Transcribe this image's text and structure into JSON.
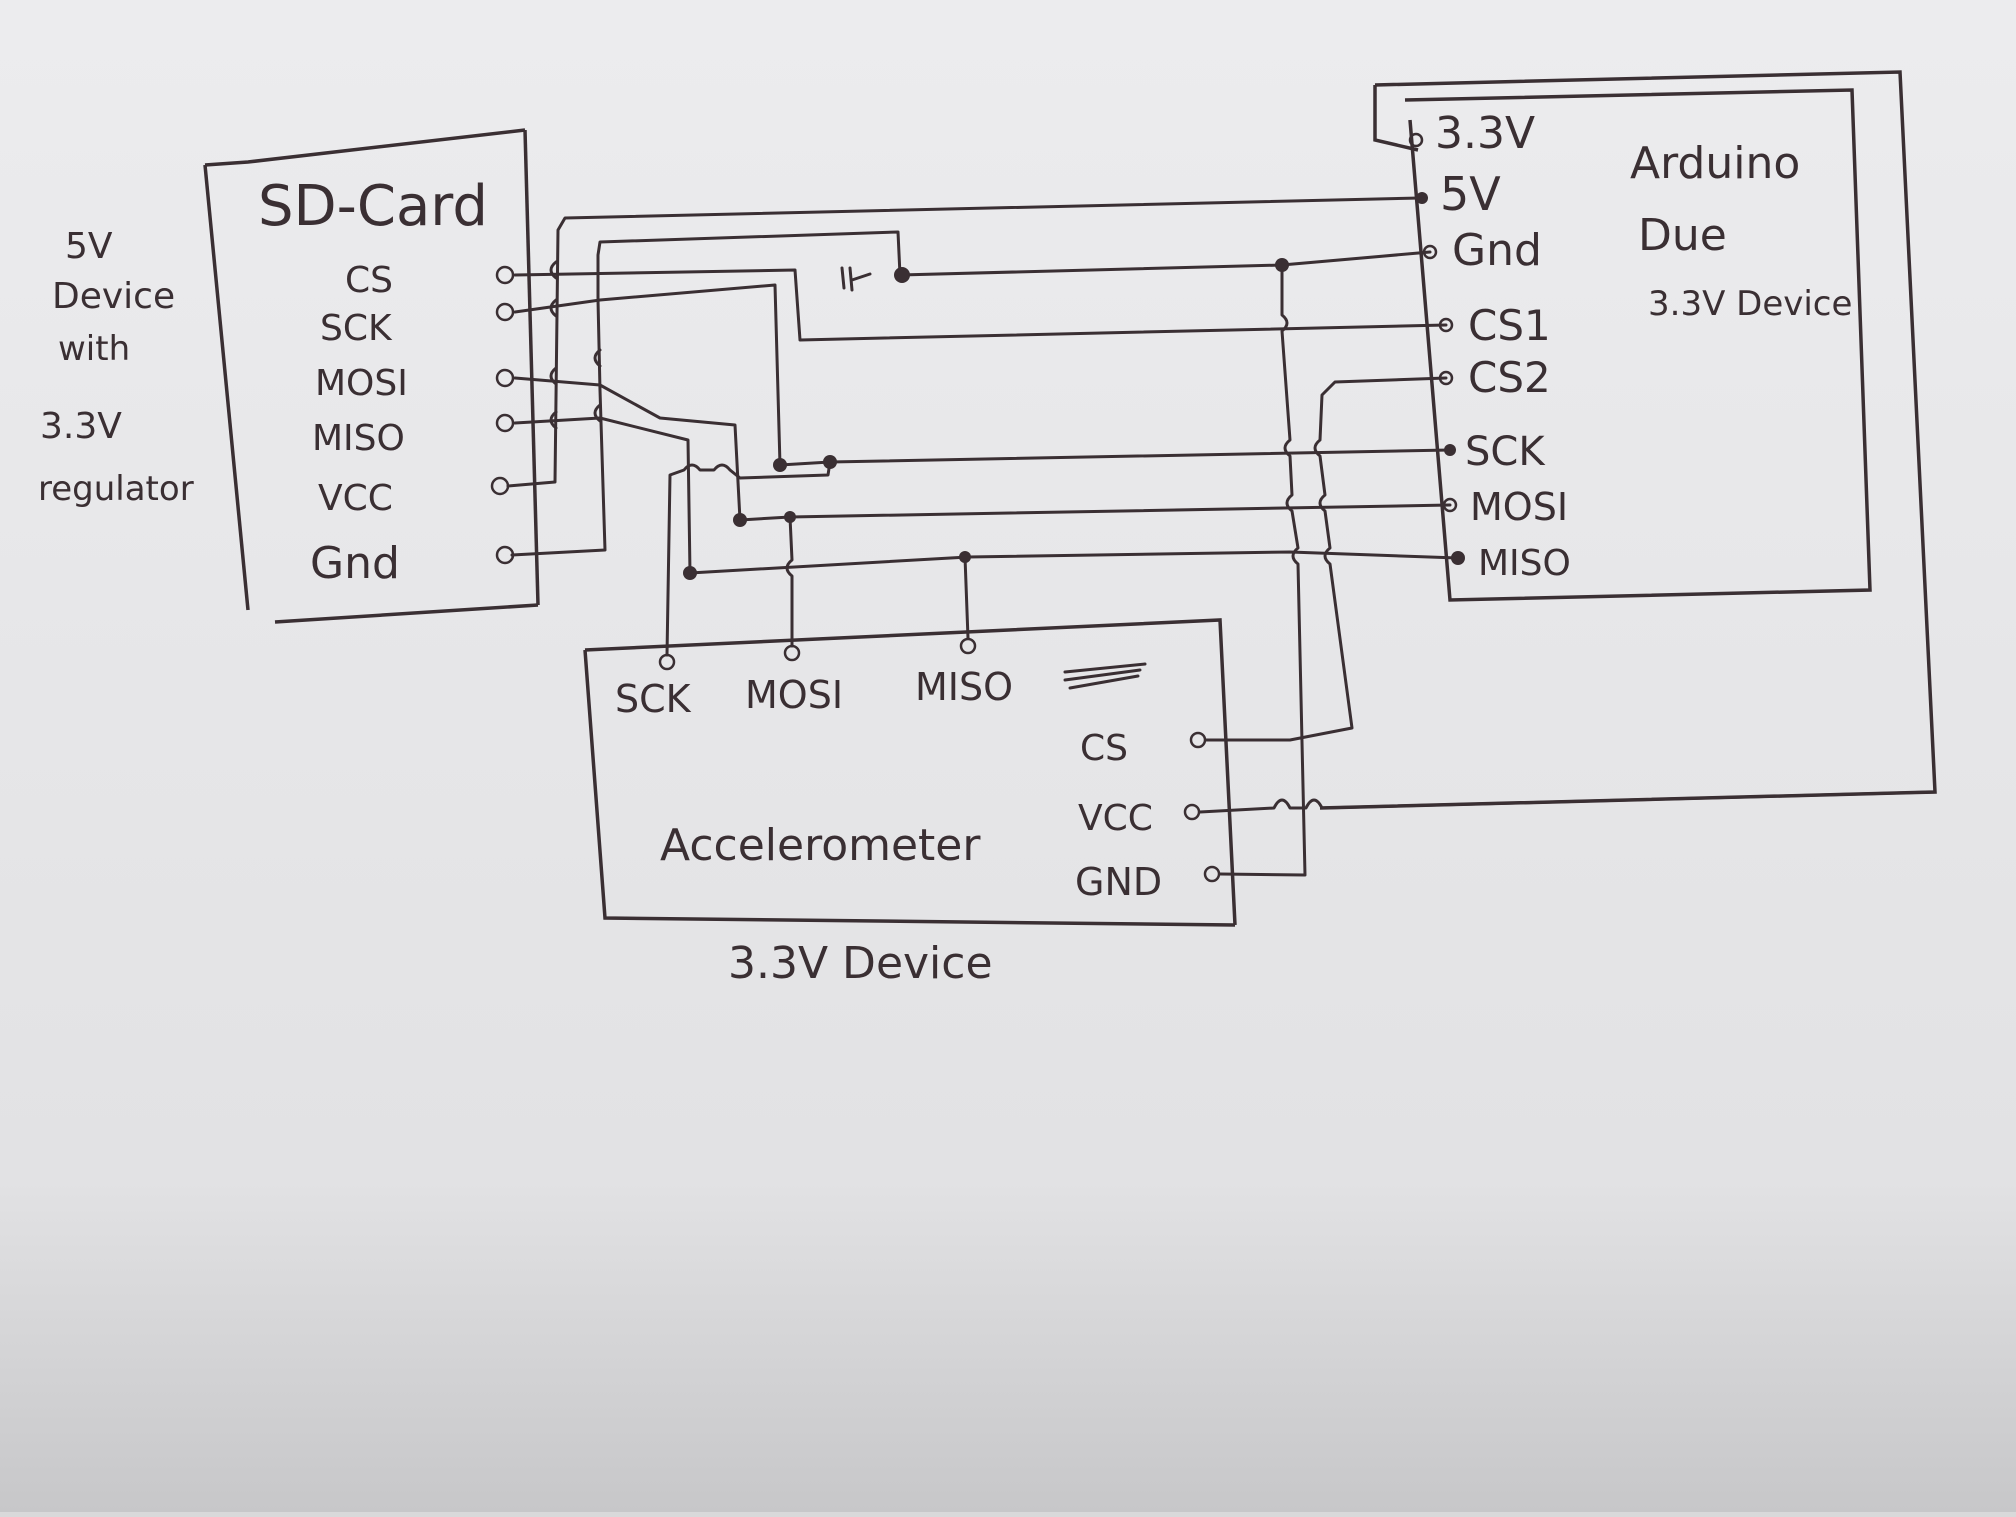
{
  "sd_card": {
    "title": "SD-Card",
    "note": [
      "5V",
      "Device",
      "with",
      "3.3V",
      "regulator"
    ],
    "pins": [
      "CS",
      "SCK",
      "MOSI",
      "MISO",
      "VCC",
      "Gnd"
    ]
  },
  "arduino": {
    "title_line1": "Arduino",
    "title_line2": "Due",
    "subtitle": "3.3V Device",
    "pins": [
      "3.3V",
      "5V",
      "Gnd",
      "CS1",
      "CS2",
      "SCK",
      "MOSI",
      "MISO"
    ]
  },
  "accelerometer": {
    "title": "Accelerometer",
    "subtitle": "3.3V Device",
    "top_pins": [
      "SCK",
      "MOSI",
      "MISO"
    ],
    "side_pins": [
      "CS",
      "VCC",
      "GND"
    ]
  },
  "colors": {
    "ink": "#3a2f33",
    "paper": "#ebebed"
  }
}
